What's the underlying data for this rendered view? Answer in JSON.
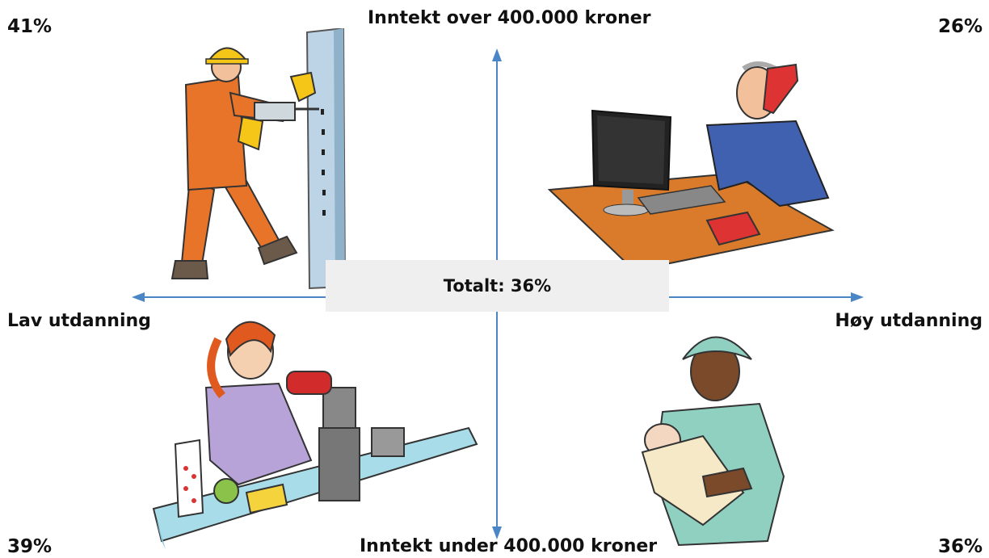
{
  "axes": {
    "top_label": "Inntekt over 400.000 kroner",
    "bottom_label": "Inntekt under 400.000 kroner",
    "left_label": "Lav utdanning",
    "right_label": "Høy utdanning",
    "arrow_color": "#4a86c5"
  },
  "center": {
    "label": "Totalt: 36%"
  },
  "quadrants": {
    "top_left": {
      "percent": "41%",
      "illustration": "construction-worker-drilling"
    },
    "top_right": {
      "percent": "26%",
      "illustration": "office-worker-phone-computer"
    },
    "bottom_left": {
      "percent": "39%",
      "illustration": "cashier-at-checkout"
    },
    "bottom_right": {
      "percent": "36%",
      "illustration": "nurse-holding-baby"
    }
  }
}
